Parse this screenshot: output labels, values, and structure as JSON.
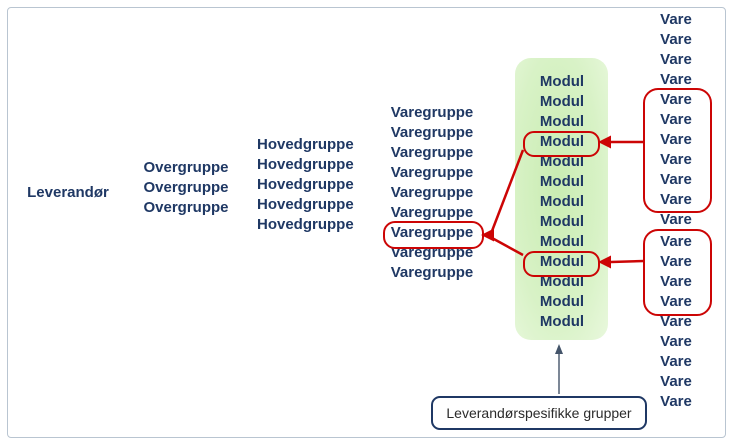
{
  "columns": {
    "leverandor": {
      "label": "Leverandør",
      "count": 1
    },
    "overgruppe": {
      "label": "Overgruppe",
      "count": 3
    },
    "hovedgruppe": {
      "label": "Hovedgruppe",
      "count": 5
    },
    "varegruppe": {
      "label": "Varegruppe",
      "count": 9
    },
    "modul": {
      "label": "Modul",
      "count": 13
    },
    "vare_upper": {
      "label": "Vare",
      "count": 11
    },
    "vare_lower": {
      "label": "Vare",
      "count": 9
    }
  },
  "highlights": {
    "varegruppe_selected_index": 7,
    "modul_selected_indices": [
      4,
      10
    ],
    "vare_group_1_rows": "5-10",
    "vare_group_2_rows": "12-15"
  },
  "callout": {
    "label": "Leverandørspesifikke grupper"
  },
  "colors": {
    "text_navy": "#1f3864",
    "highlight_red": "#cc0505",
    "green_mid": "#c9ecb2",
    "green_light": "#e9f8dd",
    "frame_border": "#b9c5d1",
    "callout_text": "#2b2b2b",
    "arrow_navy": "#44546a"
  }
}
